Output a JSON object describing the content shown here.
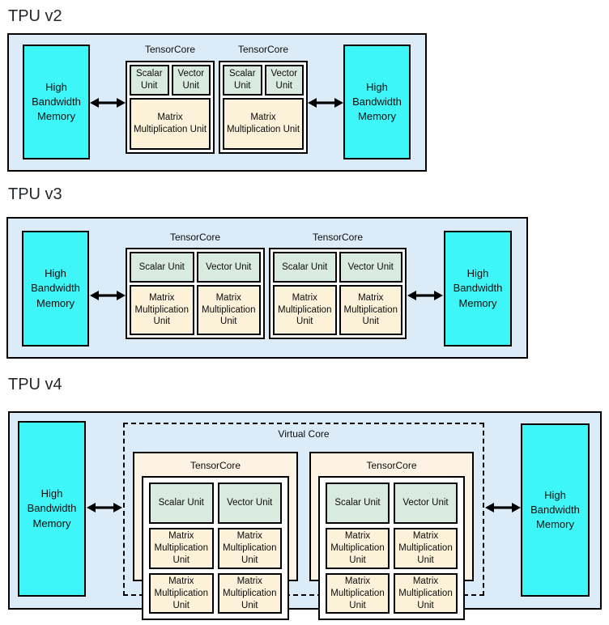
{
  "colors": {
    "board_background": "#dcebf8",
    "hbm_fill": "#3ef6f8",
    "scalar_vector_fill": "#d9eae0",
    "mmu_fill": "#fcf2da",
    "tensorcore_v4_fill": "#fcf3e4",
    "border": "#000000",
    "title_text": "#24272b"
  },
  "sections": [
    {
      "id": "tpu-v2",
      "title": "TPU v2",
      "hbm_left": "High Bandwidth Memory",
      "hbm_right": "High Bandwidth Memory",
      "tensorcores": [
        {
          "label": "TensorCore",
          "units": [
            "Scalar Unit",
            "Vector Unit",
            "Matrix Multiplication Unit"
          ]
        },
        {
          "label": "TensorCore",
          "units": [
            "Scalar Unit",
            "Vector Unit",
            "Matrix Multiplication Unit"
          ]
        }
      ]
    },
    {
      "id": "tpu-v3",
      "title": "TPU v3",
      "hbm_left": "High Bandwidth Memory",
      "hbm_right": "High Bandwidth Memory",
      "tensorcores": [
        {
          "label": "TensorCore",
          "units": [
            "Scalar Unit",
            "Vector Unit",
            "Matrix Multiplication Unit",
            "Matrix Multiplication Unit"
          ]
        },
        {
          "label": "TensorCore",
          "units": [
            "Scalar Unit",
            "Vector Unit",
            "Matrix Multiplication Unit",
            "Matrix Multiplication Unit"
          ]
        }
      ]
    },
    {
      "id": "tpu-v4",
      "title": "TPU v4",
      "hbm_left": "High Bandwidth Memory",
      "hbm_right": "High Bandwidth Memory",
      "virtual_core_label": "Virtual Core",
      "tensorcores": [
        {
          "label": "TensorCore",
          "units": [
            "Scalar Unit",
            "Vector Unit",
            "Matrix Multiplication Unit",
            "Matrix Multiplication Unit",
            "Matrix Multiplication Unit",
            "Matrix Multiplication Unit"
          ]
        },
        {
          "label": "TensorCore",
          "units": [
            "Scalar Unit",
            "Vector Unit",
            "Matrix Multiplication Unit",
            "Matrix Multiplication Unit",
            "Matrix Multiplication Unit",
            "Matrix Multiplication Unit"
          ]
        }
      ]
    }
  ]
}
